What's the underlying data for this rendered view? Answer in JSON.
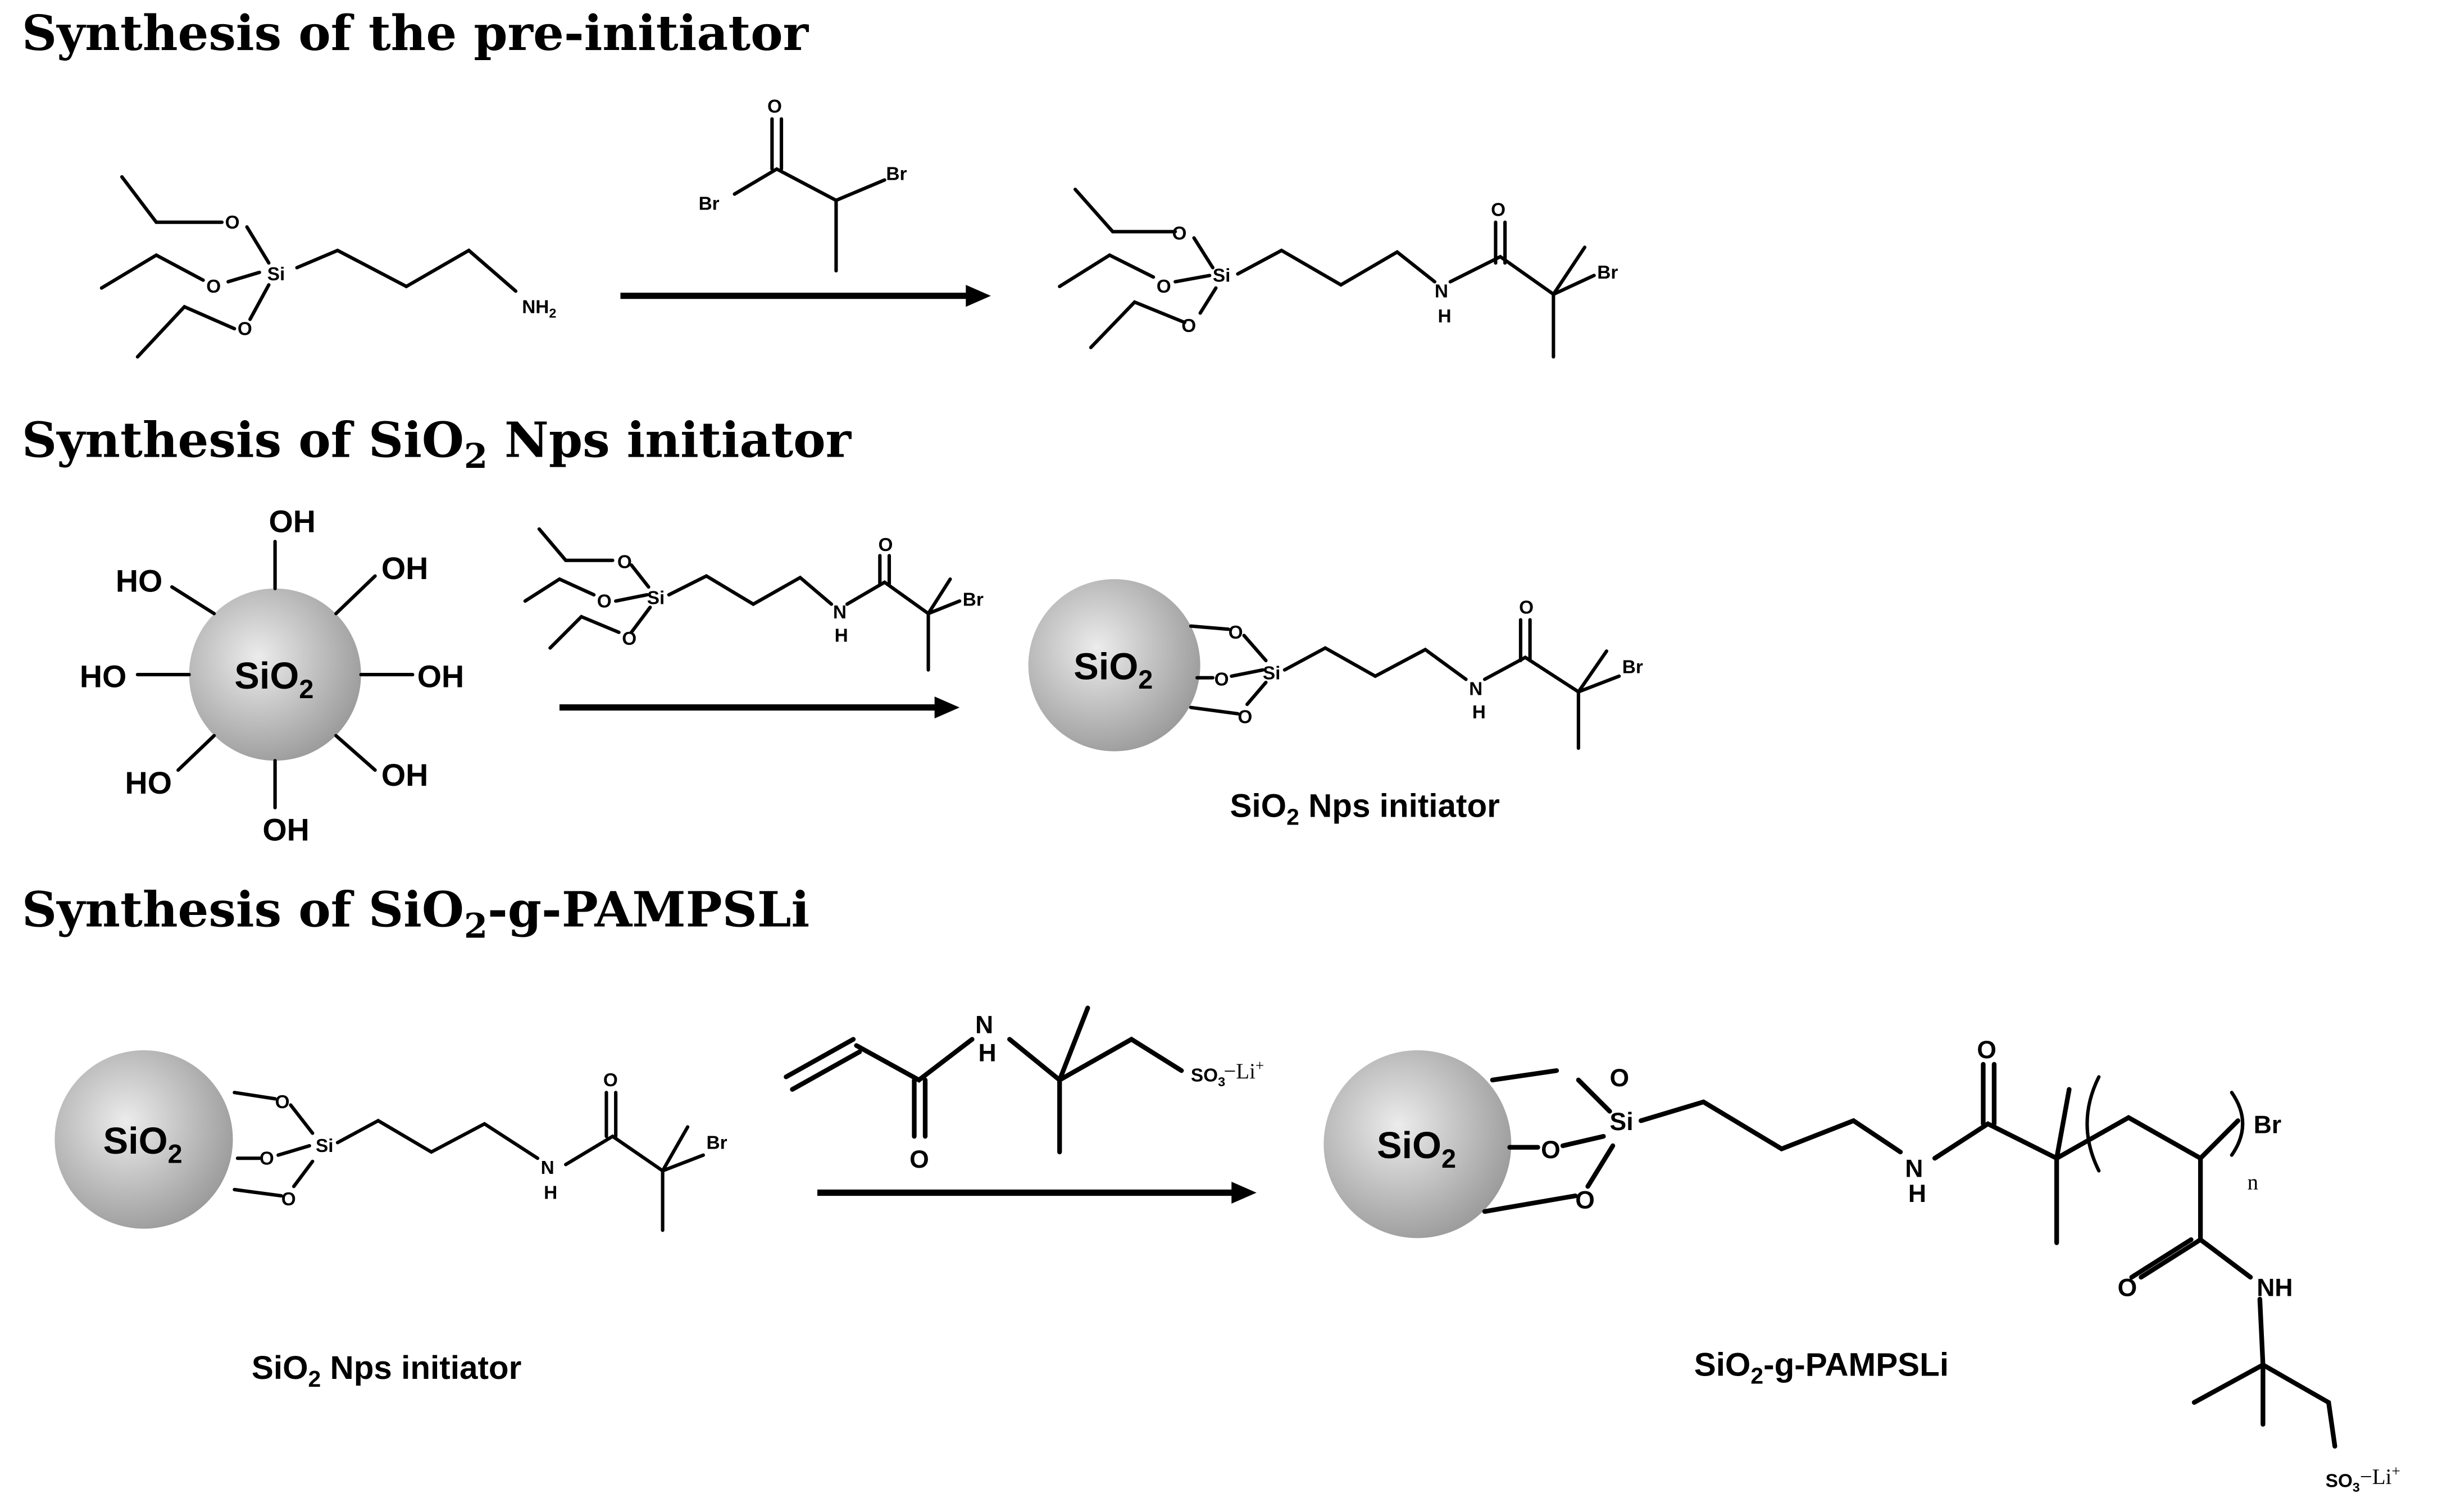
{
  "headings": {
    "pre_initiator": "Synthesis of the pre-initiator",
    "nps_initiator_prefix": "Synthesis of SiO",
    "nps_initiator_suffix": " Nps initiator",
    "pampsli_prefix": "Synthesis of SiO",
    "pampsli_suffix": "-g-PAMPSLi",
    "subscript_2": "2"
  },
  "atoms": {
    "O": "O",
    "Si": "Si",
    "NH": "NH",
    "N": "N",
    "H": "H",
    "Br": "Br",
    "OH": "OH",
    "HO": "HO",
    "NH2_main": "NH",
    "SO3_main": "SO",
    "li_ion": "Li",
    "minus": "−",
    "plus": "+",
    "n": "n",
    "sub2": "2",
    "sub3": "3"
  },
  "particles": {
    "label_main": "SiO",
    "label_sub": "2"
  },
  "captions": {
    "nps_initiator_main": "SiO",
    "nps_initiator_rest": " Nps initiator",
    "pampsli_main": "SiO",
    "pampsli_rest": "-g-PAMPSLi",
    "sub2": "2"
  },
  "colors": {
    "particle_center": "#ececec",
    "particle_edge": "#9a9a9a",
    "ink": "#000000"
  }
}
